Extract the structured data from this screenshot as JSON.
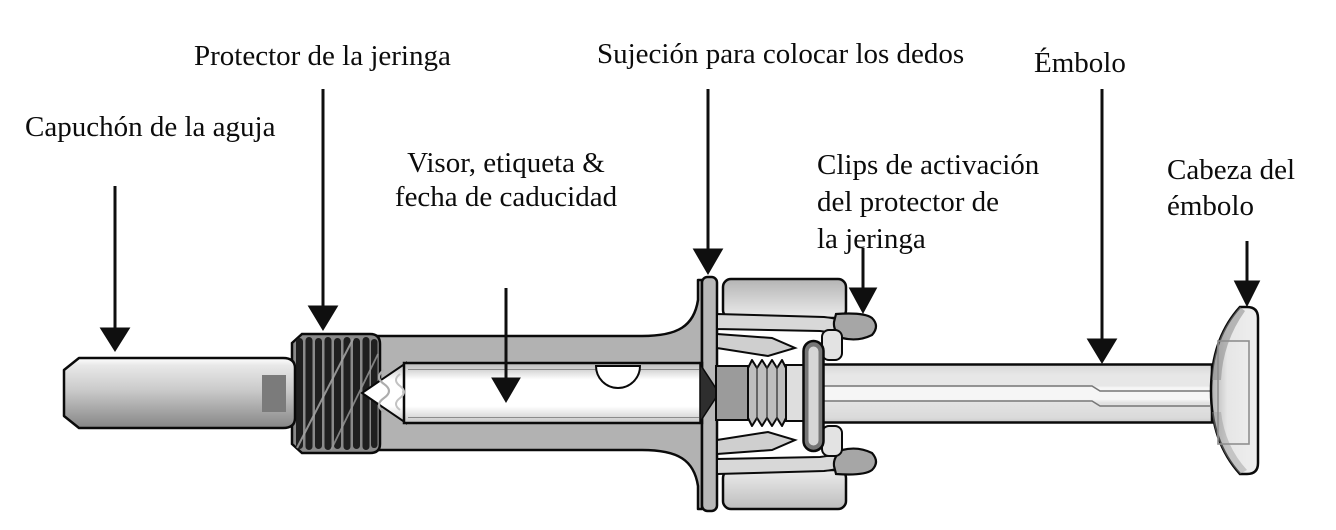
{
  "callouts": {
    "needle_cap": {
      "lines": [
        "Capuchón de la aguja"
      ]
    },
    "syringe_guard": {
      "lines": [
        "Protector de la jeringa"
      ]
    },
    "window_label": {
      "lines": [
        "Visor, etiqueta &",
        "fecha de caducidad"
      ]
    },
    "finger_grip": {
      "lines": [
        "Sujeción para colocar los dedos"
      ]
    },
    "activation_clips": {
      "lines": [
        "Clips de activación",
        "del protector de",
        "la jeringa"
      ]
    },
    "plunger": {
      "lines": [
        "Émbolo"
      ]
    },
    "plunger_head": {
      "lines": [
        "Cabeza del",
        "émbolo"
      ]
    }
  },
  "colors": {
    "background": "#ffffff",
    "ink": "#0c0c0c",
    "guard_gray": "#b2b2b2",
    "spring_dark": "#222222",
    "tube_white": "#ffffff",
    "rod_light": "#e9e9e9",
    "clip_gray": "#a6a6a6"
  }
}
